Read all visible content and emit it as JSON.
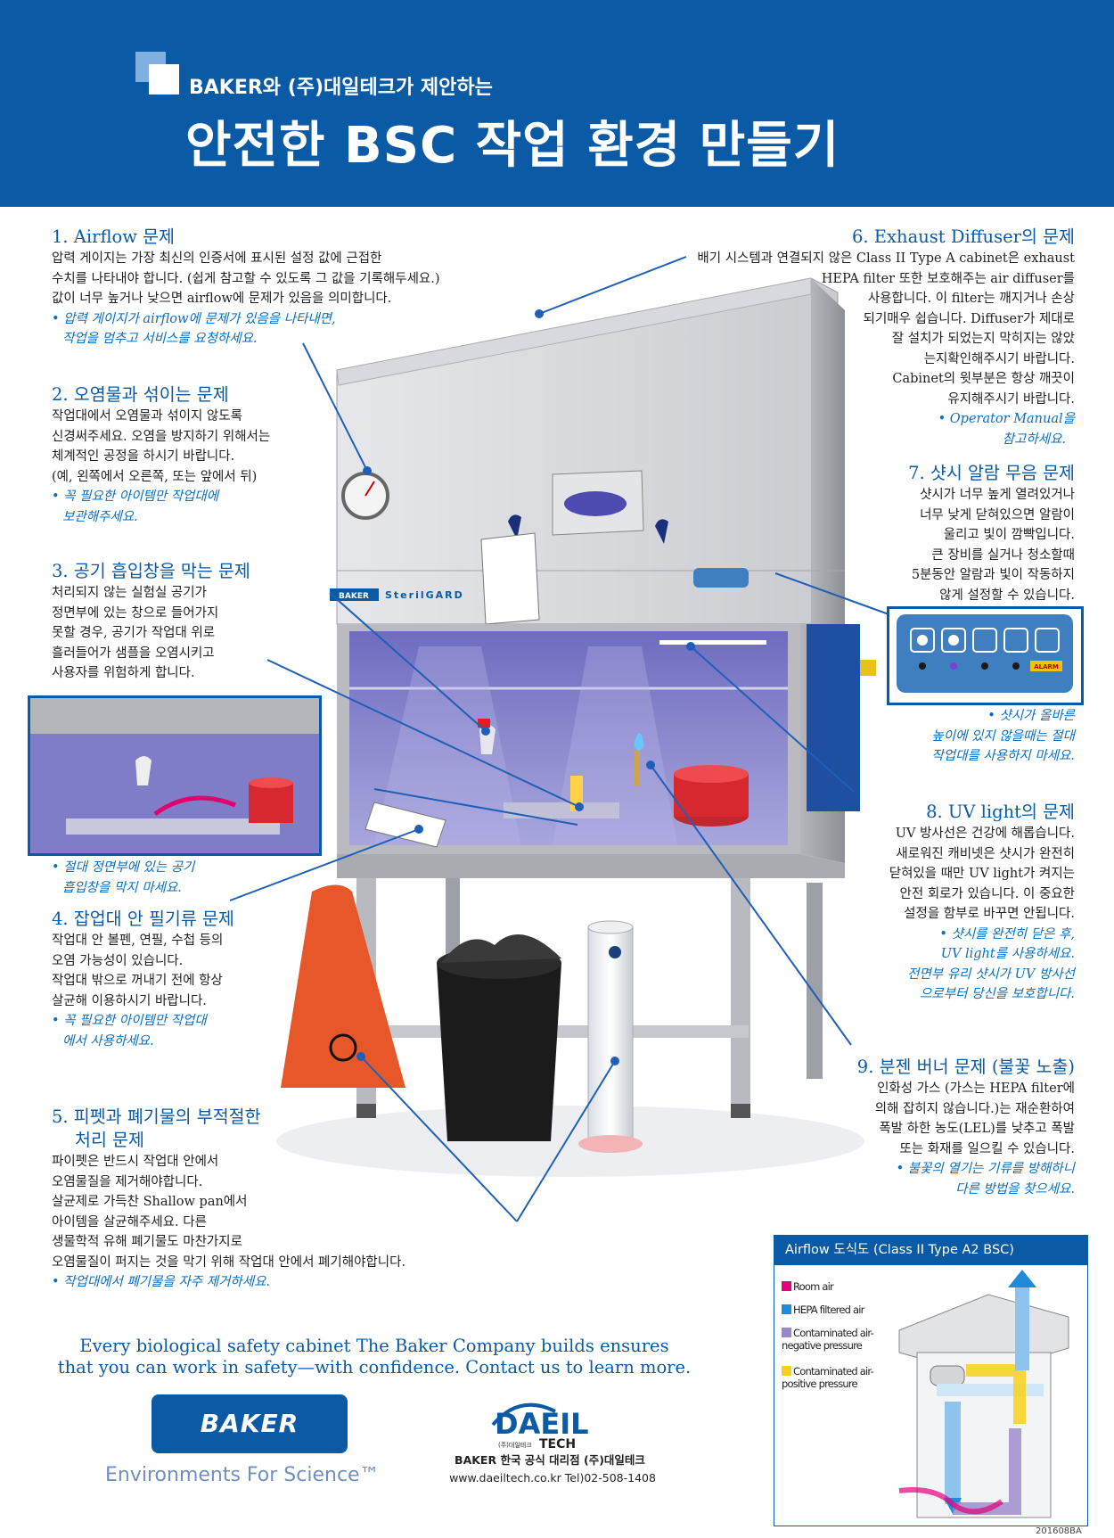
{
  "header": {
    "subtitle": "BAKER와 (주)대일테크가 제안하는",
    "title": "안전한 BSC 작업 환경 만들기"
  },
  "sections": [
    {
      "title": "1. Airflow 문제",
      "lines": [
        "압력 게이지는 가장 최신의 인증서에 표시된 설정 값에 근접한",
        "수치를 나타내야 합니다. (쉽게 참고할 수 있도록 그 값을 기록해두세요.)",
        "값이 너무 높거나 낮으면 airflow에 문제가 있음을 의미합니다."
      ],
      "tips": [
        "• 압력 게이지가 airflow에 문제가 있음을 나타내면,",
        "작업을 멈추고 서비스를 요청하세요."
      ]
    },
    {
      "title": "2. 오염물과 섞이는 문제",
      "lines": [
        "작업대에서 오염물과 섞이지 않도록",
        "신경써주세요. 오염을 방지하기 위해서는",
        "체계적인 공정을 하시기 바랍니다.",
        "(예, 왼쪽에서 오른쪽, 또는 앞에서 뒤)"
      ],
      "tips": [
        "• 꼭 필요한 아이템만 작업대에",
        "보관해주세요."
      ]
    },
    {
      "title": "3. 공기 흡입창을 막는 문제",
      "lines": [
        "처리되지 않는 실험실 공기가",
        "정면부에 있는 창으로 들어가지",
        "못할 경우, 공기가 작업대 위로",
        "흘러들어가 샘플을 오염시키고",
        "사용자를 위험하게 합니다."
      ],
      "tips": [
        "• 절대 정면부에 있는 공기",
        "흡입창을 막지 마세요."
      ]
    },
    {
      "title": "4. 잡업대 안 필기류 문제",
      "lines": [
        "작업대 안 볼펜, 연필, 수첩 등의",
        "오염 가능성이 있습니다.",
        "작업대 밖으로 꺼내기 전에 항상",
        "살균해 이용하시기 바랍니다."
      ],
      "tips": [
        "• 꼭 필요한 아이템만 작업대",
        "에서 사용하세요."
      ]
    },
    {
      "title": "5. 피펫과 폐기물의 부적절한",
      "title2": "처리 문제",
      "lines": [
        "파이펫은 반드시 작업대 안에서",
        "오염물질을 제거해야합니다.",
        "살균제로 가득찬 Shallow pan에서",
        "아이템을 살균해주세요. 다른",
        "생물학적 유해 폐기물도 마찬가지로",
        "오염물질이 퍼지는 것을 막기 위해 작업대 안에서 폐기해야합니다."
      ],
      "tips": [
        "• 작업대에서 폐기물을 자주 제거하세요."
      ]
    },
    {
      "title": "6. Exhaust Diffuser의 문제",
      "lines": [
        "배기 시스템과 연결되지 않은 Class II Type A cabinet은 exhaust",
        "HEPA filter 또한 보호해주는 air diffuser를",
        "사용합니다.  이 filter는 깨지거나 손상",
        "되기매우 쉽습니다. Diffuser가 제대로",
        "잘 설치가 되었는지 막히지는 않았",
        "는지확인해주시기 바랍니다.",
        "Cabinet의 윗부분은 항상 깨끗이",
        "유지해주시기 바랍니다."
      ],
      "tips": [
        "• Operator Manual을",
        "참고하세요."
      ]
    },
    {
      "title": "7. 샷시 알람 무음 문제",
      "lines": [
        "샷시가 너무 높게 열려있거나",
        "너무 낮게 닫혀있으면 알람이",
        "울리고 빛이 깜빡입니다.",
        "큰 장비를 실거나 청소할때",
        "5분동안 알람과 빛이 작동하지",
        "않게 설정할 수 있습니다."
      ],
      "tips": [
        "• 샷시가 올바른",
        "높이에 있지 않을때는 절대",
        "작업대를 사용하지 마세요."
      ]
    },
    {
      "title": "8. UV light의 문제",
      "lines": [
        "UV 방사선은 건강에 해롭습니다.",
        "새로워진 캐비넷은 샷시가 완전히",
        "닫혀있을 때만 UV light가 켜지는",
        "안전 회로가 있습니다. 이 중요한",
        "설정을 함부로 바꾸면 안됩니다."
      ],
      "tips": [
        "• 샷시를 완전히 닫은 후,",
        "UV light를 사용하세요.",
        "전면부 유리 샷시가 UV 방사선",
        "으로부터 당신을 보호합니다."
      ]
    },
    {
      "title": "9. 분젠 버너 문제 (불꽃 노출)",
      "lines": [
        "인화성 가스 (가스는 HEPA filter에",
        "의해 잡히지 않습니다.)는 재순환하여",
        "폭발 하한 농도(LEL)를 낮추고 폭발",
        "또는 화재를 일으킬 수 있습니다."
      ],
      "tips": [
        "• 불꽃의 열기는 기류를 방해하니",
        "다른 방법을 찾으세요."
      ]
    }
  ],
  "cabinet": {
    "brand": "BAKER",
    "model": "SterilGARD",
    "alarm_label": "ALARM"
  },
  "footer": {
    "slogan_lines": [
      "Every biological safety cabinet The Baker Company builds ensures",
      "that you can work in safety—with confidence. Contact us to learn more."
    ],
    "baker_logo": "BAKER",
    "baker_tagline": "Environments For Science™",
    "daeil_logo": "DAEIL",
    "daeil_logo_sub": "TECH",
    "daeil_logo_kr": "(주)대일테크",
    "daeil_name": "BAKER 한국 공식 대리점 (주)대일테크",
    "daeil_contact": "www.daeiltech.co.kr Tel)02-508-1408"
  },
  "airflow_diagram": {
    "title": "Airflow 도식도 (Class II Type A2 BSC)",
    "legend": [
      {
        "label": "Room air",
        "color": "#e6007e"
      },
      {
        "label": "HEPA filtered air",
        "color": "#1d8bd8"
      },
      {
        "label": "Contaminated air-negative pressure",
        "color": "#9a86cc"
      },
      {
        "label": "Contaminated air-positive pressure",
        "color": "#f7d117"
      }
    ]
  },
  "doc_code": "201608BA",
  "colors": {
    "brand_blue": "#0a5aa5",
    "tip_blue": "#0a6fc0",
    "chamber_purple": "#8e8cd0"
  }
}
